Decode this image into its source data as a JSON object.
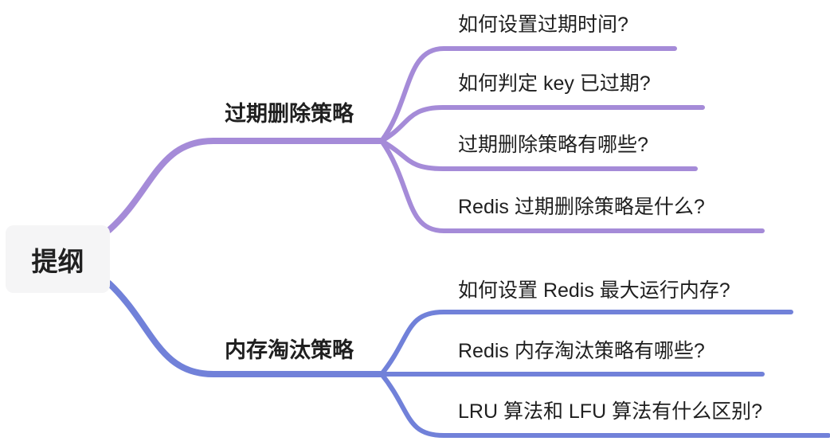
{
  "colors": {
    "purple": "#a58bd8",
    "blue": "#7181d9",
    "text": "#1f1f1f",
    "root_bg": "#f5f5f6"
  },
  "mindmap": {
    "root": {
      "label": "提纲"
    },
    "branches": [
      {
        "label": "过期删除策略",
        "color": "#a58bd8",
        "children": [
          {
            "label": "如何设置过期时间?"
          },
          {
            "label": "如何判定 key 已过期?"
          },
          {
            "label": "过期删除策略有哪些?"
          },
          {
            "label": "Redis 过期删除策略是什么?"
          }
        ]
      },
      {
        "label": "内存淘汰策略",
        "color": "#7181d9",
        "children": [
          {
            "label": "如何设置 Redis 最大运行内存?"
          },
          {
            "label": "Redis 内存淘汰策略有哪些?"
          },
          {
            "label": "LRU 算法和 LFU 算法有什么区别?"
          }
        ]
      }
    ]
  }
}
